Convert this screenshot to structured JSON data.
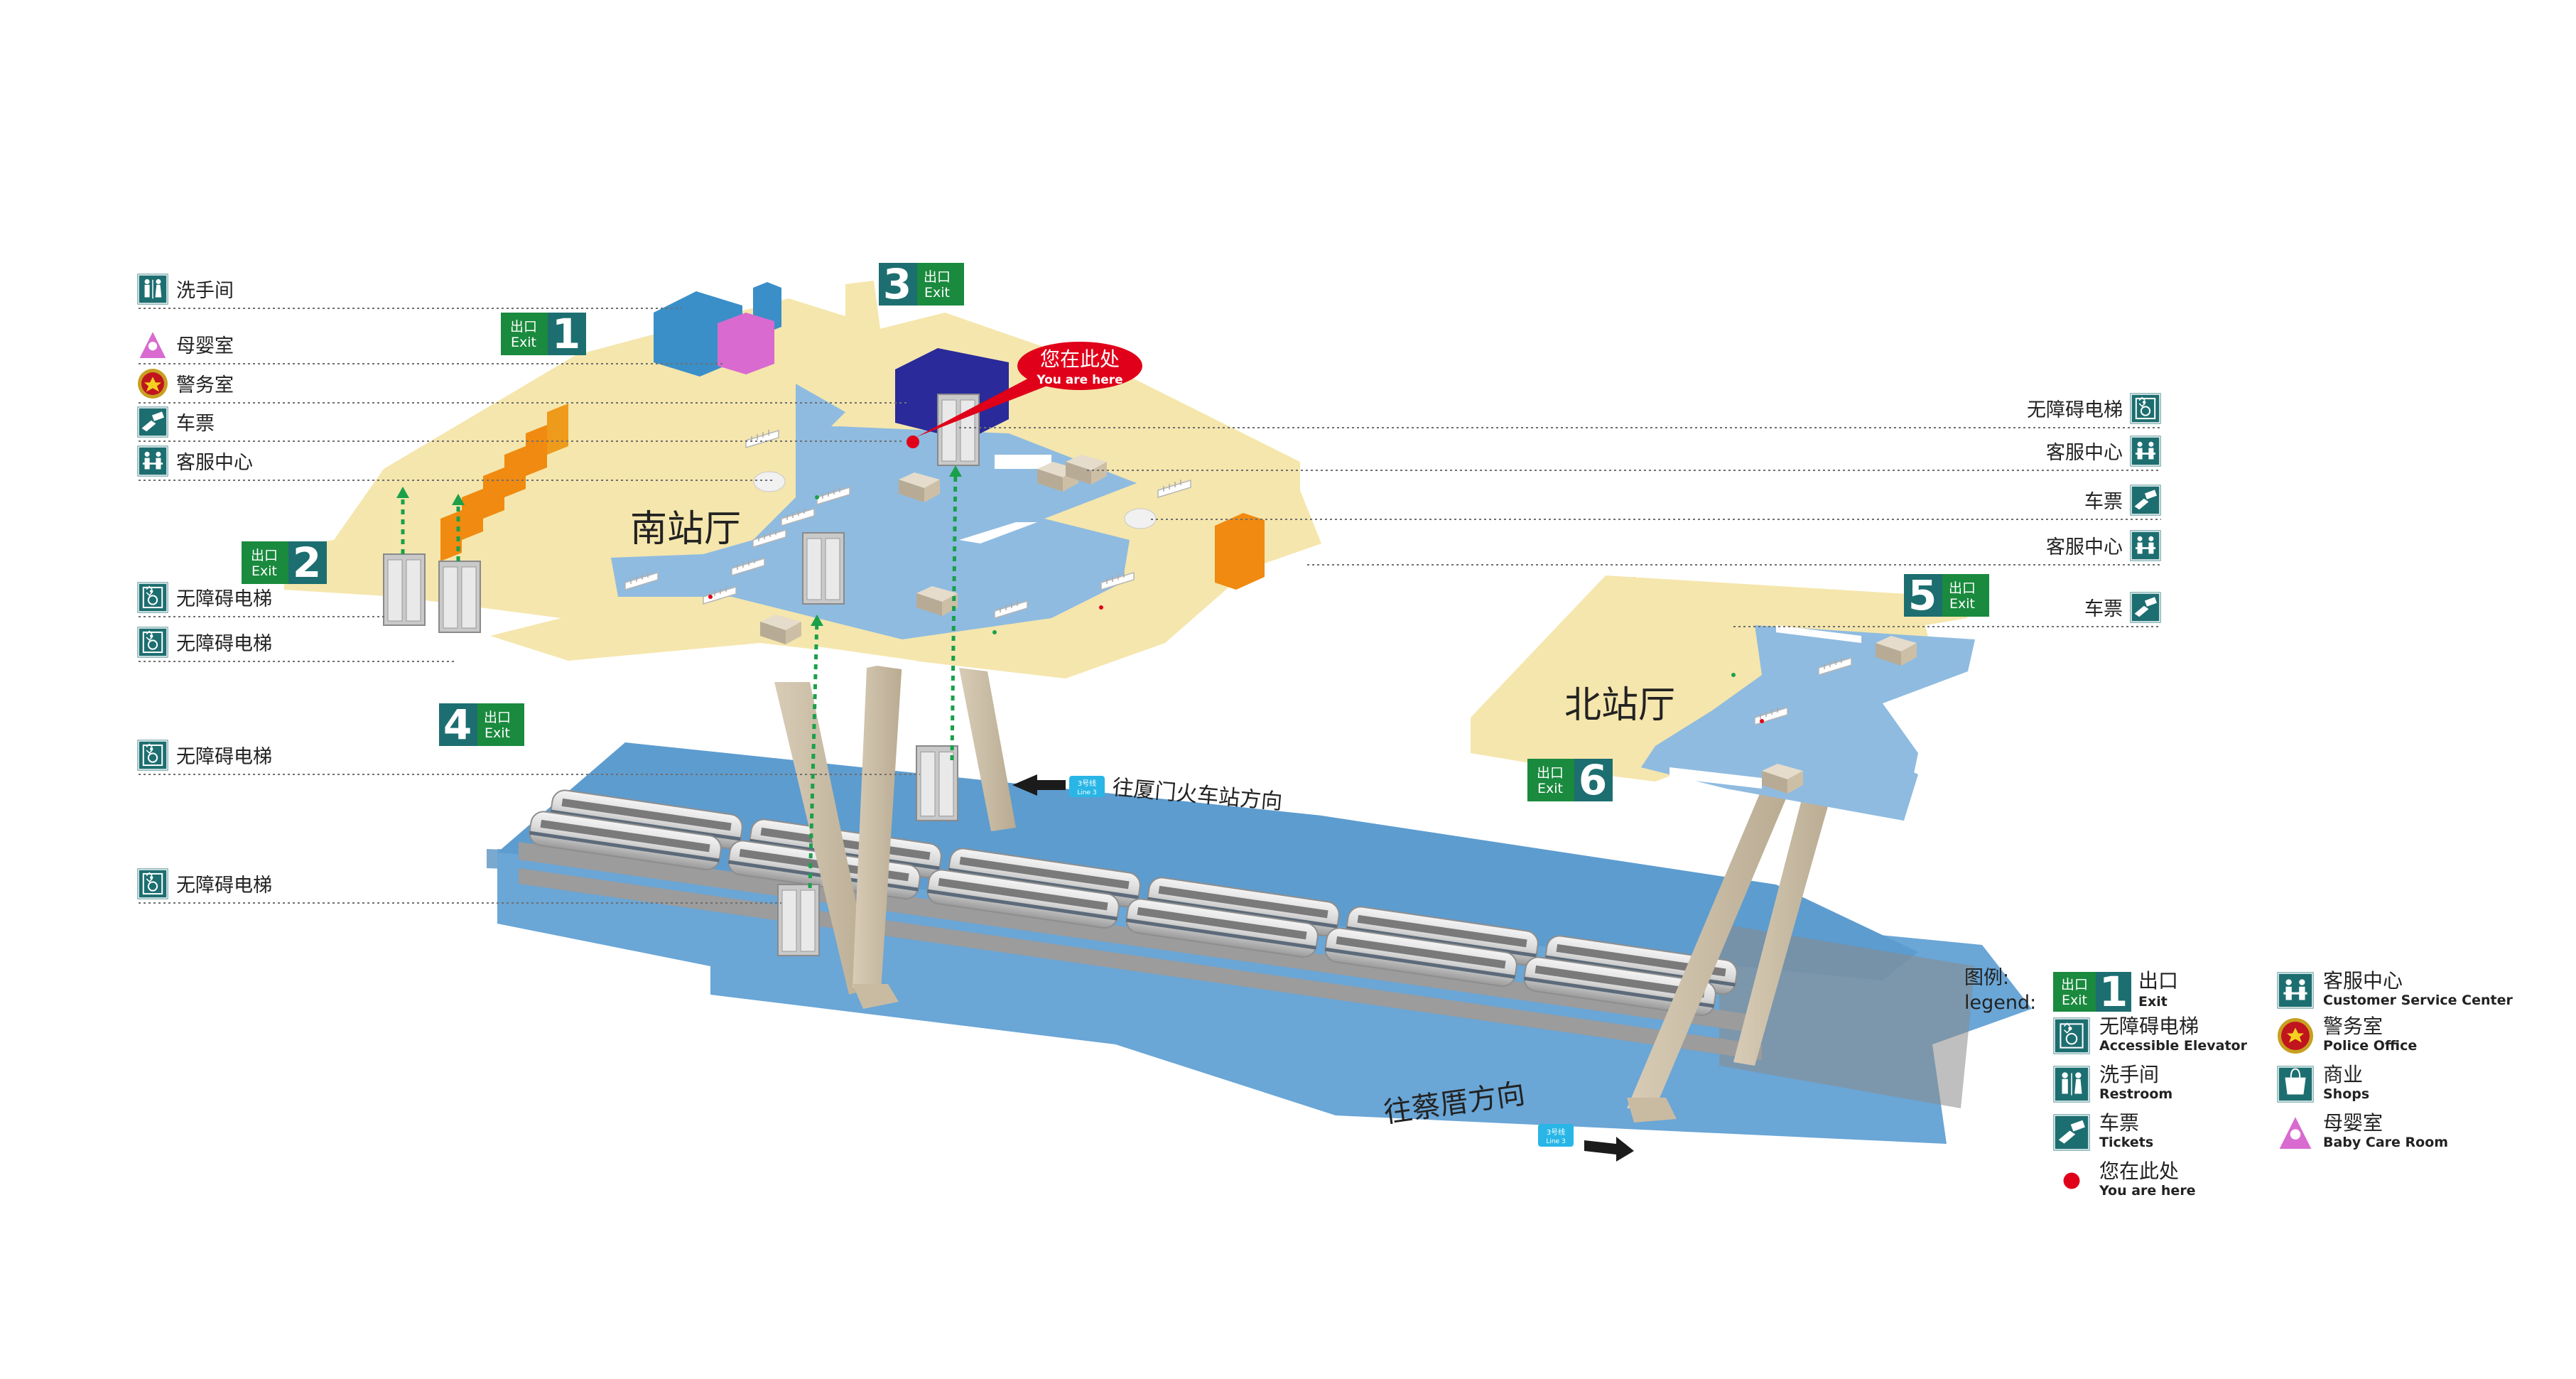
{
  "halls": {
    "south": "南站厅",
    "north": "北站厅"
  },
  "you_are_here": {
    "cn": "您在此处",
    "en": "You are here"
  },
  "directions": {
    "xiamen": "往厦门火车站方向",
    "caidun": "往蔡厝方向",
    "line_badge_cn": "3号线",
    "line_badge_en": "Line 3"
  },
  "exit_sign": {
    "cn": "出口",
    "en": "Exit"
  },
  "exits": [
    "1",
    "2",
    "3",
    "4",
    "5",
    "6"
  ],
  "left_labels": [
    {
      "text": "洗手间",
      "icon": "restroom-icon"
    },
    {
      "text": "母婴室",
      "icon": "baby-care-icon"
    },
    {
      "text": "警务室",
      "icon": "police-icon"
    },
    {
      "text": "车票",
      "icon": "ticket-icon"
    },
    {
      "text": "客服中心",
      "icon": "customer-service-icon"
    },
    {
      "text": "无障碍电梯",
      "icon": "accessible-elevator-icon"
    },
    {
      "text": "无障碍电梯",
      "icon": "accessible-elevator-icon"
    },
    {
      "text": "无障碍电梯",
      "icon": "accessible-elevator-icon"
    },
    {
      "text": "无障碍电梯",
      "icon": "accessible-elevator-icon"
    }
  ],
  "right_labels": [
    {
      "text": "无障碍电梯",
      "icon": "accessible-elevator-icon"
    },
    {
      "text": "客服中心",
      "icon": "customer-service-icon"
    },
    {
      "text": "车票",
      "icon": "ticket-icon"
    },
    {
      "text": "客服中心",
      "icon": "customer-service-icon"
    },
    {
      "text": "车票",
      "icon": "ticket-icon"
    }
  ],
  "legend": {
    "title_cn": "图例:",
    "title_en": "legend:",
    "items": [
      {
        "cn": "出口",
        "en": "Exit",
        "icon": "exit-icon"
      },
      {
        "cn": "无障碍电梯",
        "en": "Accessible Elevator",
        "icon": "accessible-elevator-icon"
      },
      {
        "cn": "洗手间",
        "en": "Restroom",
        "icon": "restroom-icon"
      },
      {
        "cn": "车票",
        "en": "Tickets",
        "icon": "ticket-icon"
      },
      {
        "cn": "您在此处",
        "en": "You are here",
        "icon": "you-are-here-dot-icon"
      },
      {
        "cn": "客服中心",
        "en": "Customer Service Center",
        "icon": "customer-service-icon"
      },
      {
        "cn": "警务室",
        "en": "Police Office",
        "icon": "police-icon"
      },
      {
        "cn": "商业",
        "en": "Shops",
        "icon": "shops-icon"
      },
      {
        "cn": "母婴室",
        "en": "Baby Care Room",
        "icon": "baby-care-icon"
      }
    ]
  },
  "colors": {
    "concourse": "#f5e6ad",
    "paid_area": "#8fbbe0",
    "platform": "#6aa6d6",
    "icon_teal": "#1d6e70",
    "exit_green": "#1a8a3e",
    "you_are_here_red": "#e0001a",
    "shop_orange": "#f08a10",
    "restroom_blue": "#3a8fc8",
    "baby_pink": "#d86ad0",
    "police_navy": "#2a2a9a",
    "elevator_path_green": "#1aa04a",
    "line3_badge": "#29b6e6"
  }
}
